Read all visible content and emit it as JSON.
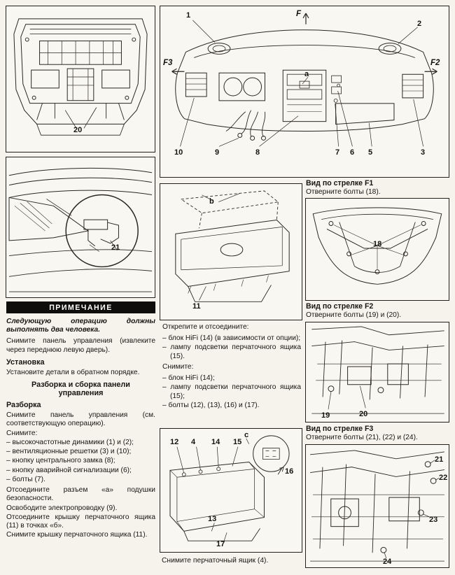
{
  "note": {
    "title": "ПРИМЕЧАНИЕ",
    "body": "Следующую операцию должны выполнять два человека."
  },
  "left_column": {
    "p_remove_panel": "Снимите панель управления (извлеките через переднюю левую дверь).",
    "install_heading": "Установка",
    "install_body": "Установите детали в обратном порядке.",
    "section_heading": "Разборка и сборка панели управления",
    "disassembly_heading": "Разборка",
    "p_see_op": "Снимите панель управления (см. соответствующую операцию).",
    "p_remove": "Снимите:",
    "list": [
      "–  высокочастотные динамики (1) и (2);",
      "–  вентиляционные решетки (3) и (10);",
      "–  кнопку центрального замка (8);",
      "–  кнопку аварийной сигнализации (6);",
      "–  болты (7)."
    ],
    "p_airbag": "Отсоедините разъем «а» подушки безопасности.",
    "p_wiring": "Освободите электропроводку (9).",
    "p_lid_points": "Отсоедините крышку перчаточного ящика (11) в точках «б».",
    "p_lid_remove": "Снимите крышку перчаточного ящика (11)."
  },
  "middle_column": {
    "p_unfasten": "Открепите и отсоедините:",
    "list1": [
      "–  блок HiFi (14) (в зависимости от опции);",
      "–  лампу подсветки перчаточного ящика (15)."
    ],
    "p_remove": "Снимите:",
    "list2": [
      "–  блок HiFi (14);",
      "–  лампу подсветки перчаточного ящика (15);",
      "–  болты (12), (13), (16) и (17)."
    ],
    "caption": "Снимите перчаточный ящик (4)."
  },
  "right_column": {
    "f1": {
      "title": "Вид по стрелке F1",
      "body": "Отверните болты (18)."
    },
    "f2": {
      "title": "Вид по стрелке F2",
      "body": "Отверните болты (19) и (20)."
    },
    "f3": {
      "title": "Вид по стрелке F3",
      "body": "Отверните болты (21), (22) и (24)."
    }
  },
  "callouts": {
    "top_frame": {
      "n20": "20"
    },
    "windshield": {
      "n21": "21"
    },
    "dash": {
      "n1": "1",
      "n2": "2",
      "n3": "3",
      "n5": "5",
      "n6": "6",
      "n7": "7",
      "n8": "8",
      "n9": "9",
      "n10": "10",
      "a": "a",
      "f": "F",
      "f2": "F2",
      "f3": "F3"
    },
    "lid": {
      "n11": "11",
      "b": "b"
    },
    "view_f1": {
      "n18": "18"
    },
    "view_f2": {
      "n19": "19",
      "n20": "20"
    },
    "view_f3": {
      "n21": "21",
      "n22": "22",
      "n23": "23",
      "n24": "24"
    },
    "glovebox": {
      "n12": "12",
      "n4": "4",
      "n14": "14",
      "n15": "15",
      "n16": "16",
      "n13": "13",
      "n17": "17",
      "c": "c"
    }
  }
}
